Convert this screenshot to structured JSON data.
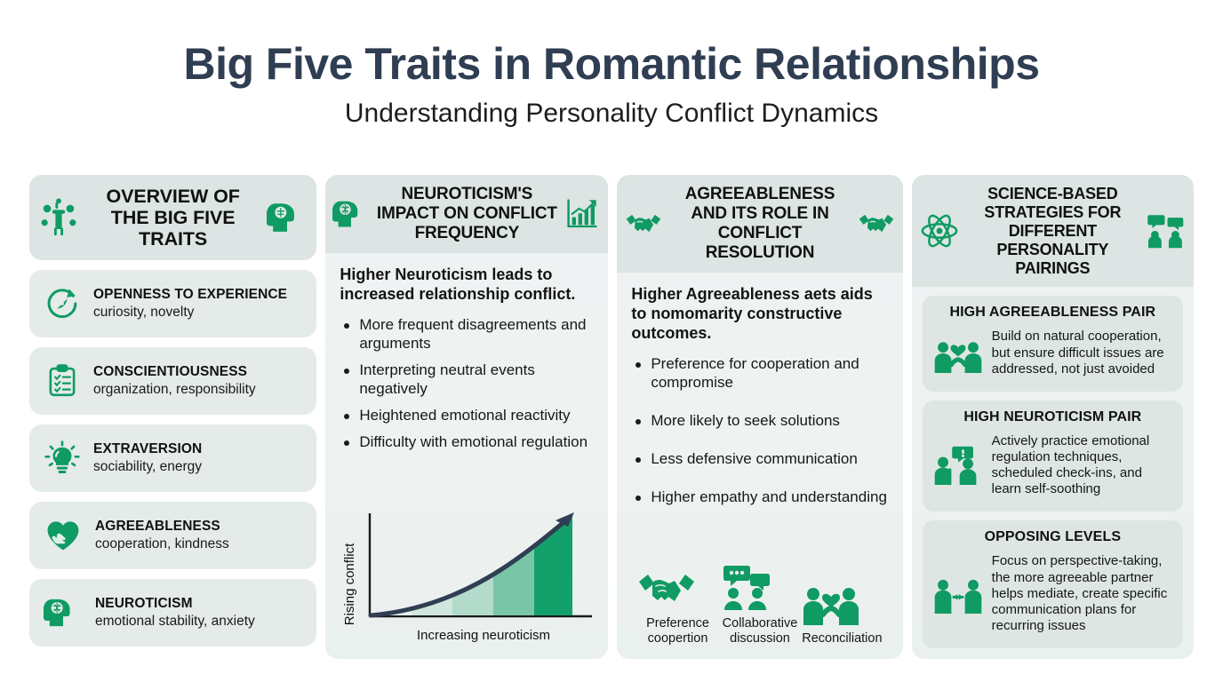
{
  "title": {
    "main": "Big Five Traits in Romantic Relationships",
    "sub": "Understanding Personality Conflict Dynamics"
  },
  "colors": {
    "green": "#0f9b63",
    "green_dark": "#0d8a58",
    "navy": "#2f3e52",
    "card_bg": "#e4ebe9",
    "header_bg": "#dce5e3",
    "panel_bg": "#eef2f1"
  },
  "column1": {
    "header": {
      "title": "OVERVIEW OF THE BIG FIVE TRAITS",
      "left_icon": "people-network-icon",
      "right_icon": "head-brain-icon"
    },
    "traits": [
      {
        "icon": "compass-refresh-icon",
        "name": "OPENNESS TO EXPERIENCE",
        "desc": "curiosity, novelty"
      },
      {
        "icon": "clipboard-checklist-icon",
        "name": "CONSCIENTIOUSNESS",
        "desc": "organization, responsibility"
      },
      {
        "icon": "lightbulb-icon",
        "name": "EXTRAVERSION",
        "desc": "sociability, energy"
      },
      {
        "icon": "heart-hand-icon",
        "name": "AGREEABLENESS",
        "desc": "cooperation, kindness"
      },
      {
        "icon": "head-brain-icon",
        "name": "NEUROTICISM",
        "desc": "emotional stability, anxiety"
      }
    ]
  },
  "column2": {
    "header": {
      "title": "NEUROTICISM'S IMPACT ON CONFLICT FREQUENCY",
      "left_icon": "head-brain-icon",
      "right_icon": "bar-chart-growth-icon"
    },
    "lead": "Higher Neuroticism leads to increased relationship conflict.",
    "bullets": [
      "More frequent disagreements and arguments",
      "Interpreting neutral events negatively",
      "Heightened emotional reactivity",
      "Difficulty with emotional regulation"
    ]
  },
  "column3": {
    "header": {
      "title": "AGREEABLENESS AND ITS ROLE IN CONFLICT RESOLUTION",
      "left_icon": "handshake-icon",
      "right_icon": "handshake-icon"
    },
    "lead": "Higher Agreeableness aets aids to nomomarity constructive outcomes.",
    "bullets": [
      "Preference for cooperation and compromise",
      "More likely to seek solutions",
      "Less defensive communication",
      "Higher empathy and understanding"
    ],
    "icon_trio": [
      {
        "icon": "handshake-icon",
        "label": "Preference coopertion"
      },
      {
        "icon": "two-people-chat-icon",
        "label": "Collaborative discussion"
      },
      {
        "icon": "two-people-heart-icon",
        "label": "Reconciliation"
      }
    ]
  },
  "column4": {
    "header": {
      "title": "SCIENCE-BASED STRATEGIES FOR DIFFERENT PERSONALITY PAIRINGS",
      "left_icon": "atom-icon",
      "right_icon": "two-people-chat-icon"
    },
    "strategies": [
      {
        "icon": "two-people-heart-icon",
        "title": "HIGH AGREEABLENESS PAIR",
        "text": "Build on natural cooperation, but ensure difficult issues are addressed, not just avoided"
      },
      {
        "icon": "two-people-alert-icon",
        "title": "HIGH NEUROTICISM PAIR",
        "text": "Actively practice emotional regulation techniques, scheduled check-ins, and learn self-soothing"
      },
      {
        "icon": "two-people-exchange-icon",
        "title": "OPPOSING LEVELS",
        "text": "Focus on perspective-taking, the more agreeable partner helps mediate, create specific communication plans for recurring issues"
      }
    ]
  },
  "chart_data": {
    "type": "area",
    "title": "",
    "xlabel": "Increasing neuroticism",
    "ylabel": "Rising conflict",
    "x": [
      0,
      1,
      2,
      3,
      4,
      5
    ],
    "values": [
      2,
      6,
      14,
      27,
      48,
      82
    ],
    "band_colors": [
      "#e8f3ee",
      "#cfe7dd",
      "#b3dbcb",
      "#79c5a7",
      "#13a06a"
    ],
    "curve_color": "#2f3e52",
    "grid": false,
    "axis_color": "#1a1a1a",
    "ylim": [
      0,
      100
    ],
    "annotation": "arrow-head-at-end"
  }
}
